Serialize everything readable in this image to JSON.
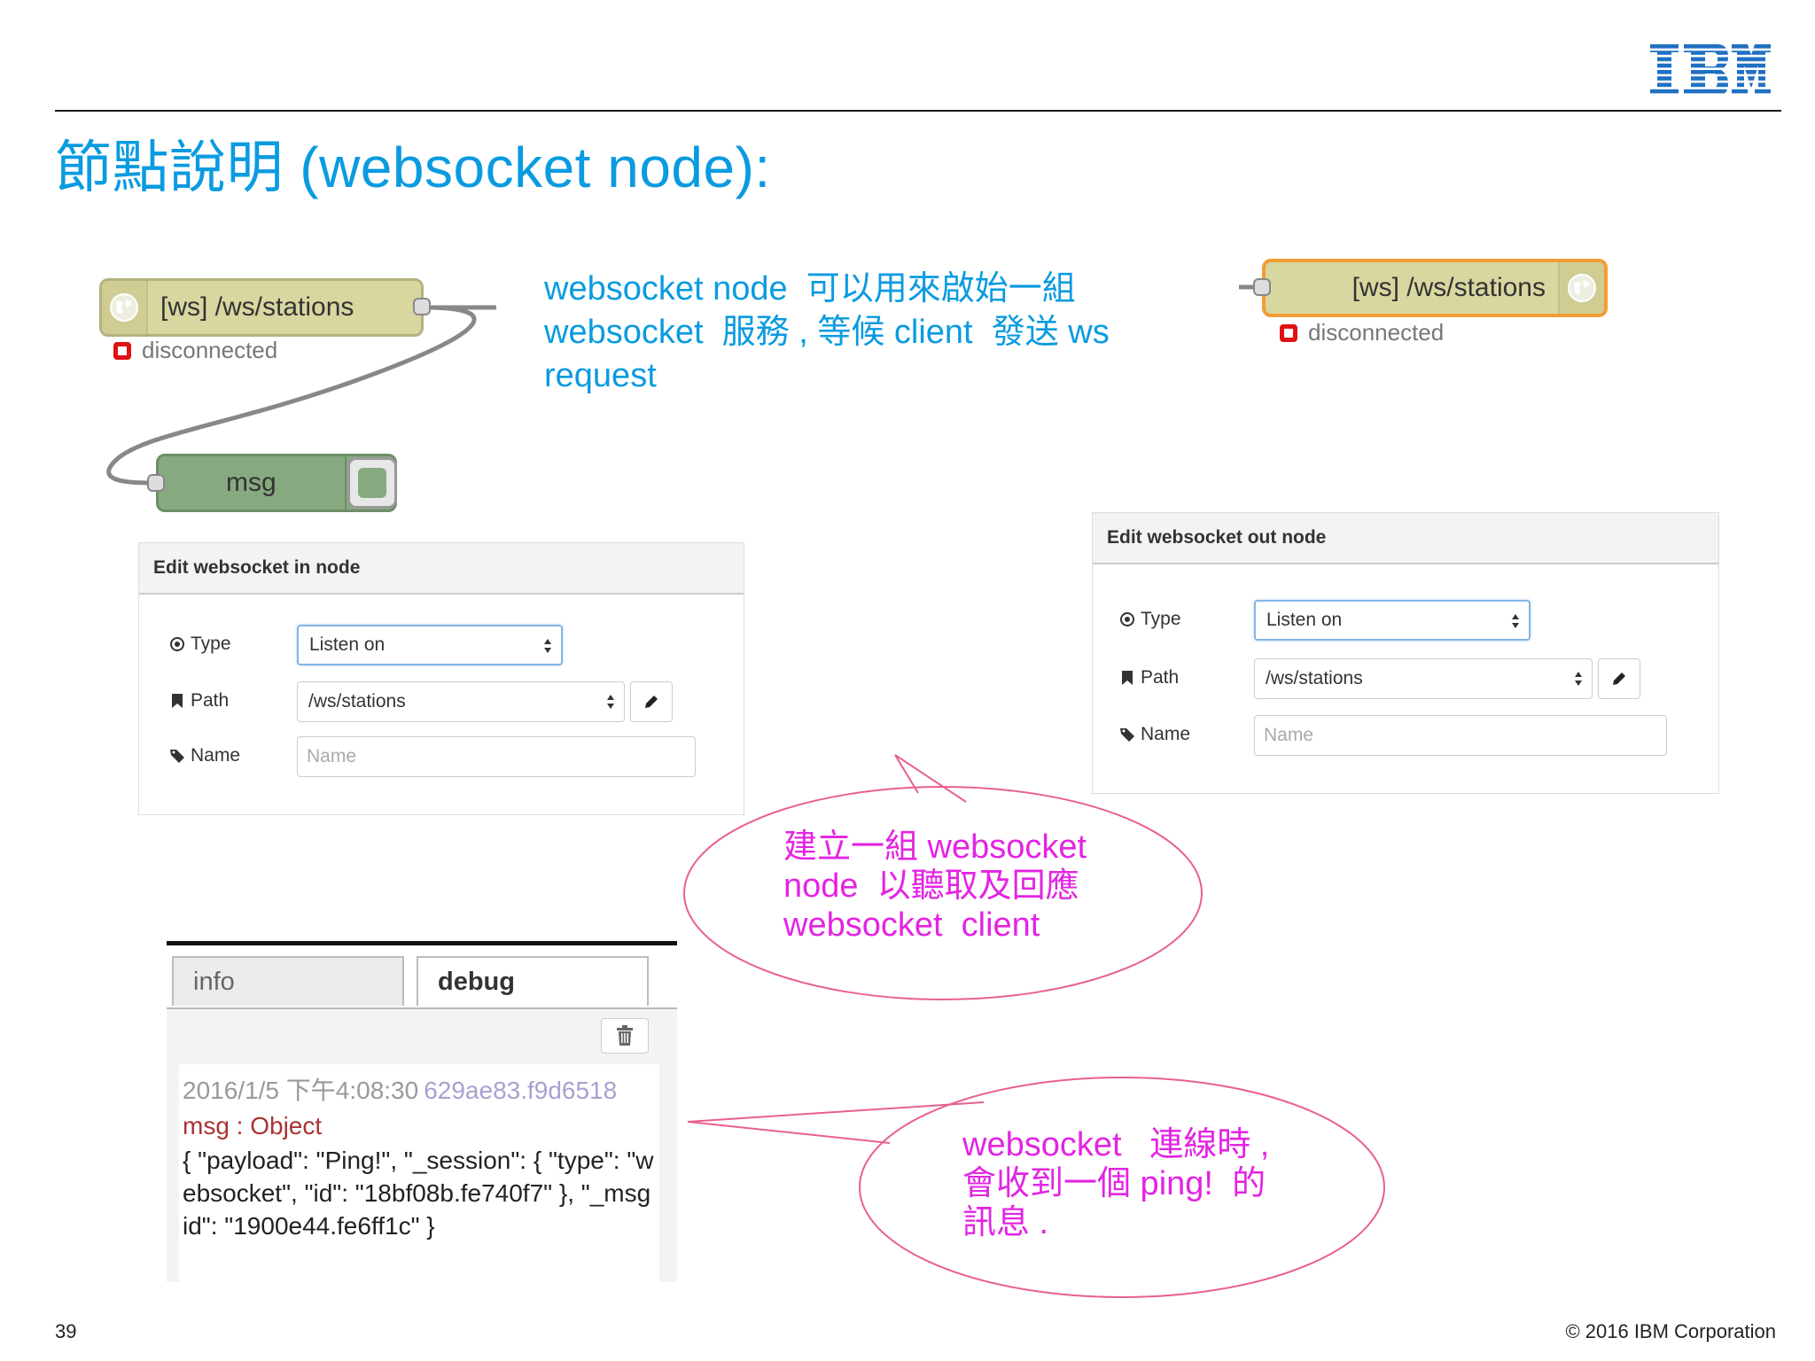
{
  "header": {
    "logo_text": "IBM",
    "title": "節點說明 (websocket node):"
  },
  "nodes": {
    "ws_in": {
      "label": "[ws] /ws/stations",
      "status": "disconnected",
      "icon": "globe-icon"
    },
    "ws_out": {
      "label": "[ws] /ws/stations",
      "status": "disconnected",
      "icon": "globe-icon"
    },
    "debug_msg": {
      "label": "msg",
      "icon": "list-icon"
    }
  },
  "description": {
    "line1": "websocket node  可以用來啟始一組",
    "line2": "websocket  服務 , 等候 client  發送 ws",
    "line3": "request"
  },
  "panel_in": {
    "title": "Edit websocket in node",
    "type_label": "Type",
    "type_value": "Listen on",
    "path_label": "Path",
    "path_value": "/ws/stations",
    "name_label": "Name",
    "name_placeholder": "Name"
  },
  "panel_out": {
    "title": "Edit websocket out node",
    "type_label": "Type",
    "type_value": "Listen on",
    "path_label": "Path",
    "path_value": "/ws/stations",
    "name_label": "Name",
    "name_placeholder": "Name"
  },
  "callout1": {
    "line1": "建立一組 websocket",
    "line2": "node  以聽取及回應",
    "line3": "websocket  client"
  },
  "callout2": {
    "line1": "websocket   連線時 ,",
    "line2": "會收到一個 ping!  的",
    "line3": "訊息 ."
  },
  "debug_panel": {
    "tab_info": "info",
    "tab_debug": "debug",
    "timestamp": "2016/1/5 下午4:08:30",
    "node_id": "629ae83.f9d6518",
    "topic": "msg : Object",
    "payload": "{ \"payload\": \"Ping!\", \"_session\": { \"type\": \"websocket\", \"id\": \"18bf08b.fe740f7\" }, \"_msgid\": \"1900e44.fe6ff1c\" }"
  },
  "footer": {
    "page_number": "39",
    "copyright": "© 2016 IBM Corporation"
  },
  "colors": {
    "title_blue": "#0a9be0",
    "callout_pink": "#e324e3",
    "ws_node": "#d9d7a0",
    "debug_node": "#87a980",
    "selected_border": "#f39c34",
    "status_red": "#e01212"
  }
}
